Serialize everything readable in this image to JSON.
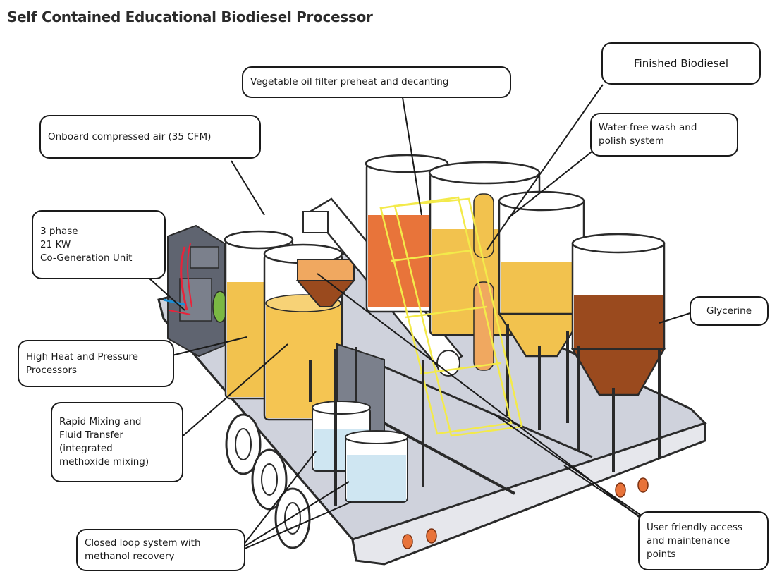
{
  "title": "Self Contained Educational Biodiesel Processor",
  "callouts": {
    "vegetable_oil": [
      "Vegetable oil filter preheat and decanting"
    ],
    "finished_biodiesel": [
      "Finished Biodiesel"
    ],
    "compressed_air": [
      "Onboard compressed air (35 CFM)"
    ],
    "water_free_wash": [
      "Water-free wash and",
      "polish system"
    ],
    "co_generation": [
      "3 phase",
      "21 KW",
      "Co-Generation Unit"
    ],
    "glycerine": [
      "Glycerine"
    ],
    "processors": [
      "High Heat and Pressure",
      "Processors"
    ],
    "mixing": [
      "Rapid Mixing and",
      "Fluid Transfer",
      "(integrated",
      "methoxide mixing)"
    ],
    "closed_loop": [
      "Closed loop system with",
      "methanol recovery"
    ],
    "access": [
      "User friendly access",
      "and maintenance",
      "points"
    ]
  },
  "colors": {
    "platform": "#cfd2dc",
    "frame": "#2a2a2a",
    "oil_orange": "#e8743a",
    "biodiesel_yellow": "#f2c24e",
    "glycerine_brown": "#9a4a1e",
    "methanol_blue": "#cfe6f2",
    "ladder_yellow": "#f3ea4a",
    "access_port": "#e8733a"
  }
}
